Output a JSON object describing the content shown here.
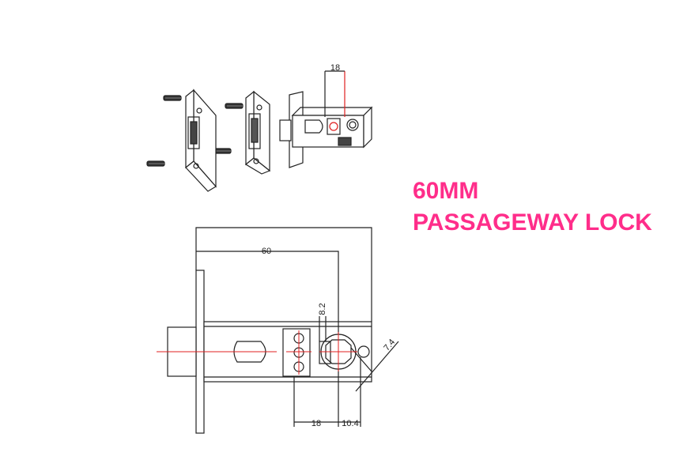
{
  "title": {
    "line1": "60MM",
    "line2": "PASSAGEWAY LOCK",
    "color": "#ff2d8a"
  },
  "dimensions": {
    "top_latch_width": "18",
    "backset": "60",
    "spindle_offset": "8.2",
    "spindle_size": "7.4",
    "latch_hole_width": "18",
    "hole_spacing": "10.4"
  },
  "colors": {
    "line": "#222222",
    "centerline": "#e02020"
  }
}
